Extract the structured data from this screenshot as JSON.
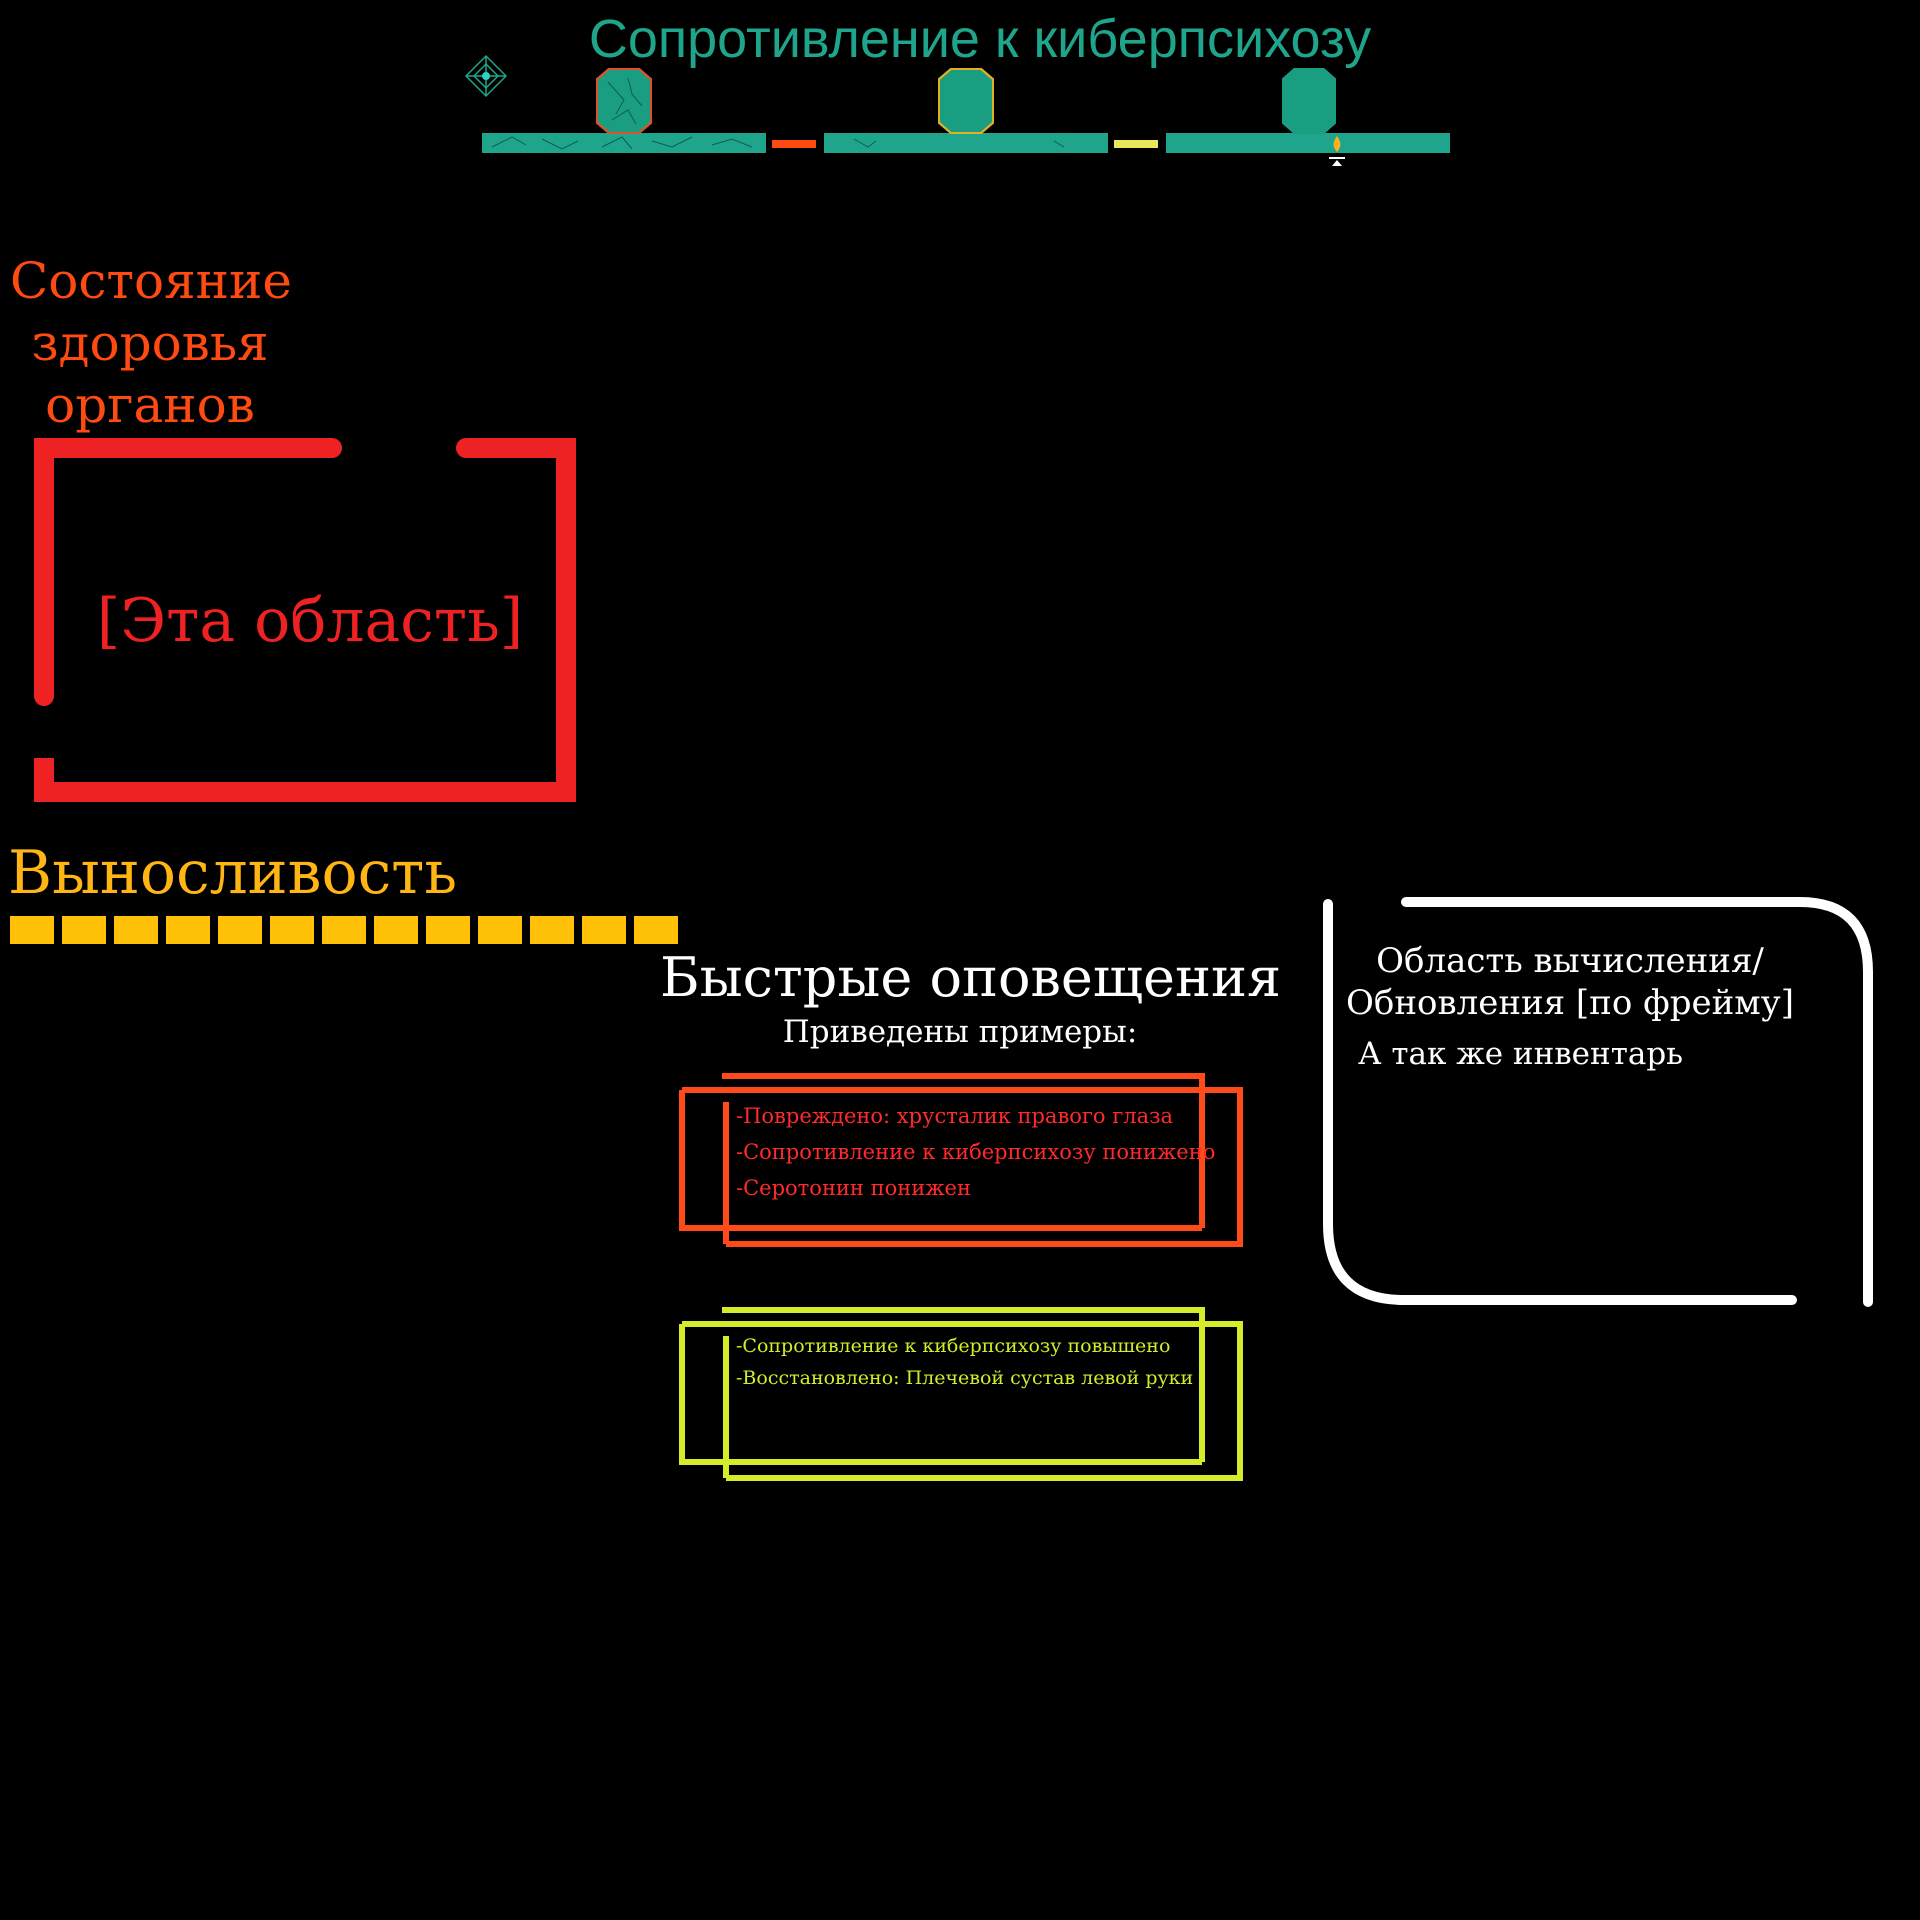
{
  "colors": {
    "teal": "#1fa58b",
    "organ_red": "#ee2222",
    "organ_title": "#ff4a12",
    "stamina": "#ffc107",
    "negative_notice": "#ff4a1a",
    "positive_notice": "#d4ec2a",
    "separator_orange": "#ff4a12",
    "separator_yellow": "#e8e85a"
  },
  "cyberpsychosis": {
    "title": "Сопротивление к киберпсихозу",
    "segments": 3,
    "chips": [
      "damaged-chip-icon",
      "chip-icon",
      "chip-icon"
    ],
    "marker_icon": "flame-marker-icon"
  },
  "organs": {
    "title_lines": [
      "Состояние",
      "здоровья",
      "органов"
    ],
    "area_label": "[Эта область]"
  },
  "stamina": {
    "title": "Выносливость",
    "cells": 13
  },
  "notifications": {
    "title": "Быстрые оповещения",
    "subtitle": "Приведены примеры:",
    "negative": [
      "-Повреждено: хрусталик правого глаза",
      "-Сопротивление к киберпсихозу понижено",
      "-Серотонин понижен"
    ],
    "positive": [
      "-Сопротивление к киберпсихозу повышено",
      "-Восстановлено: Плечевой сустав левой руки"
    ]
  },
  "compute": {
    "title_line1": "Область вычисления/",
    "title_line2": "Обновления [по фрейму]",
    "inventory": "А так же инвентарь"
  }
}
